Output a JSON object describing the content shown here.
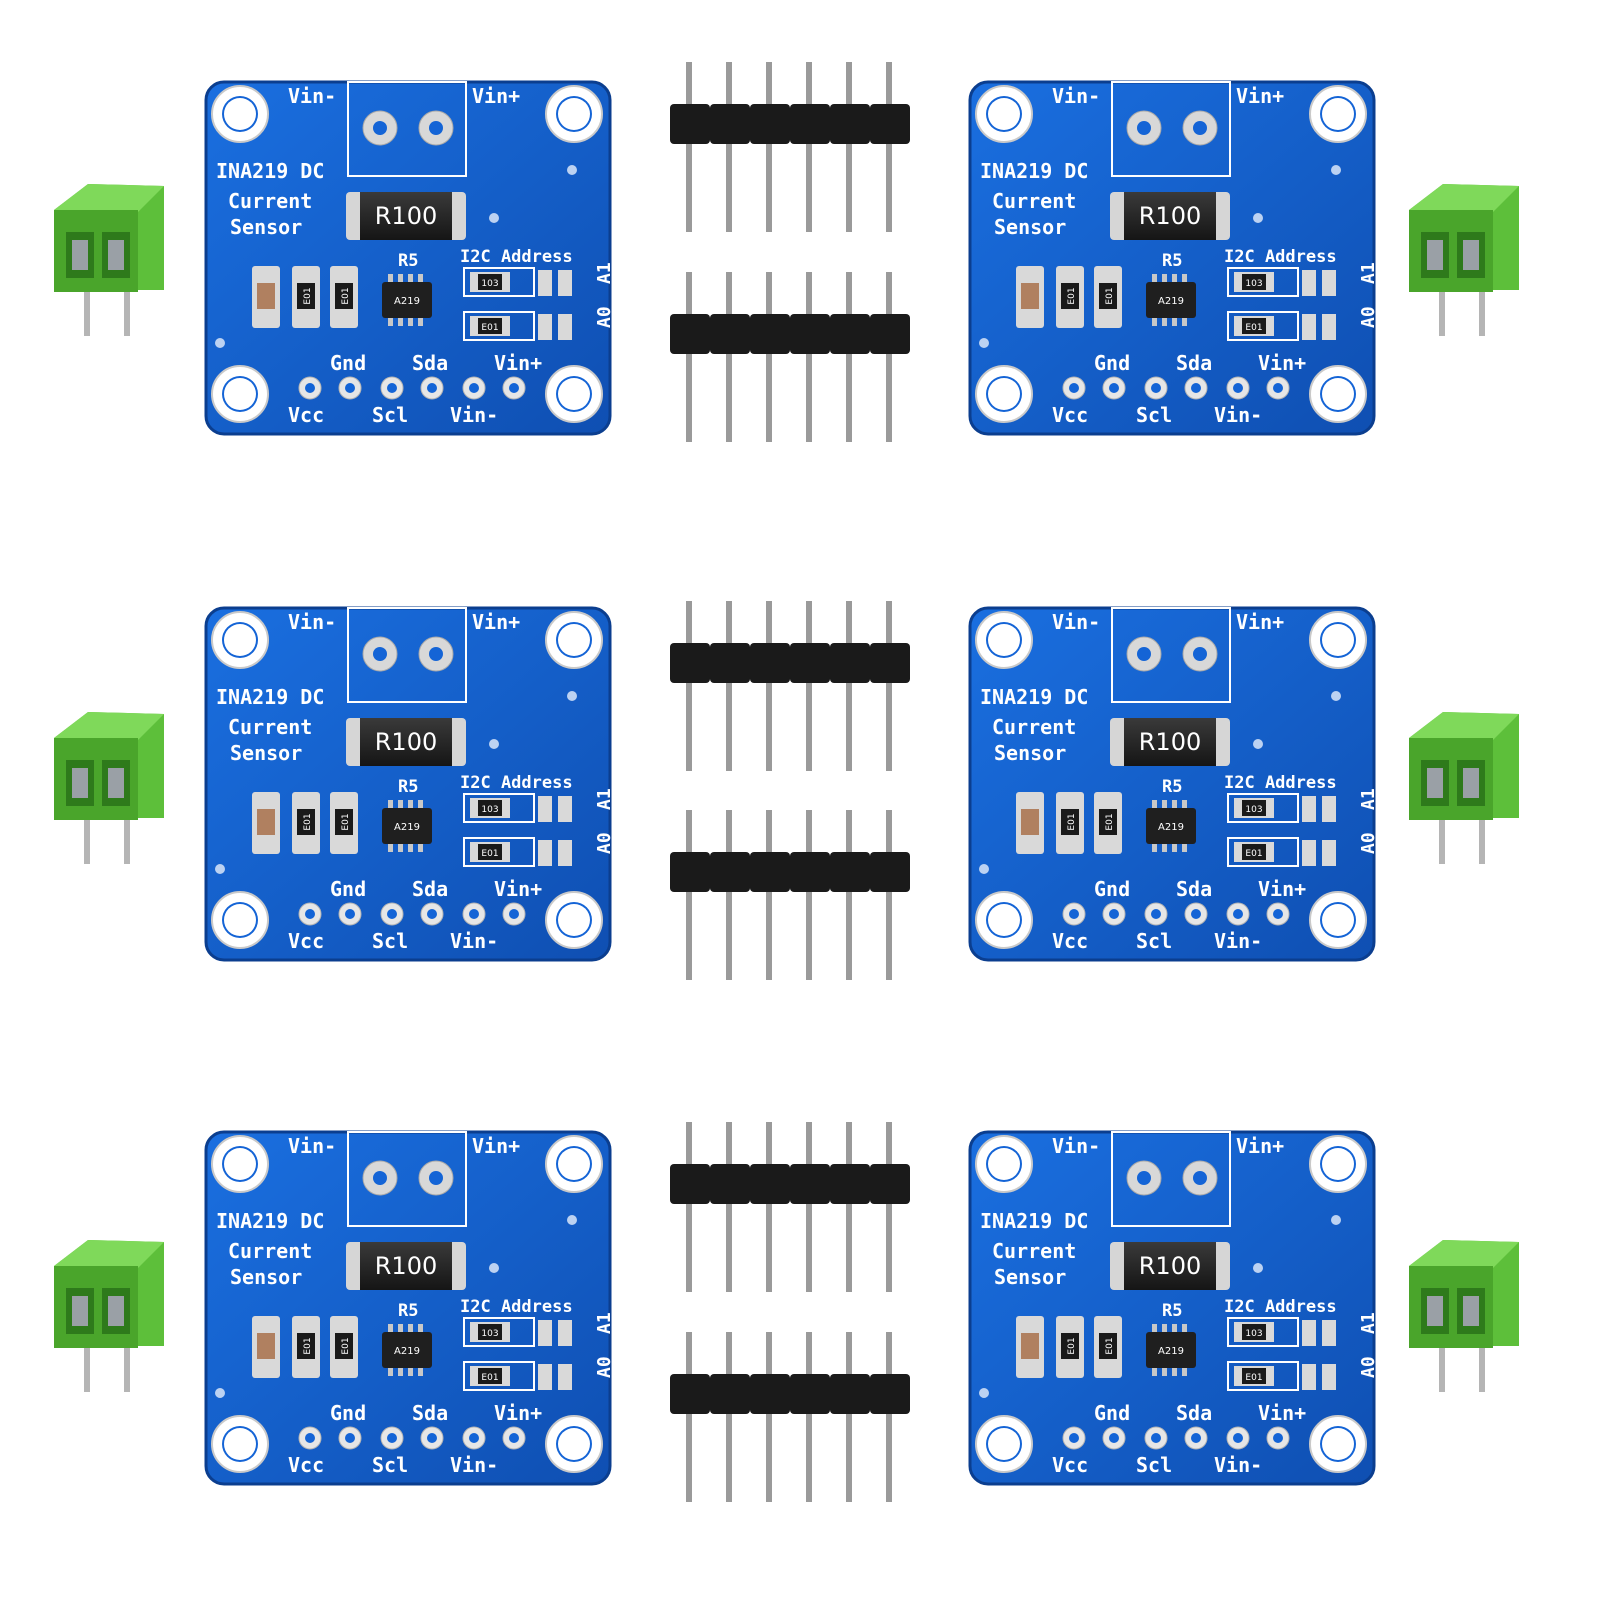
{
  "product": {
    "board_color": "#1560c8",
    "terminal_color": "#5dbf3a",
    "header_color": "#1a1a1a",
    "pin_color": "#9a9a9a"
  },
  "board_labels": {
    "vin_minus_top": "Vin-",
    "vin_plus_top": "Vin+",
    "title_line1": "INA219 DC",
    "title_line2": "Current",
    "title_line3": "Sensor",
    "shunt": "R100",
    "r5": "R5",
    "i2c": "I2C Address",
    "a1": "A1",
    "a0": "A0",
    "chip": "A219",
    "res_103": "103",
    "res_e01": "E01",
    "gnd": "Gnd",
    "sda": "Sda",
    "vin_plus_bottom": "Vin+",
    "vcc": "Vcc",
    "scl": "Scl",
    "vin_minus_bottom": "Vin-"
  }
}
